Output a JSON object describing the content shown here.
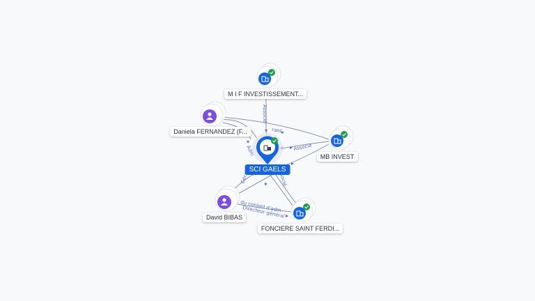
{
  "diagram": {
    "center": {
      "label": "SCI GAELS",
      "icon": "building-icon",
      "verified": true
    },
    "nodes": [
      {
        "id": "mif",
        "label": "M I F INVESTISSEMENT...",
        "kind": "company",
        "icon": "building-icon",
        "verified": true
      },
      {
        "id": "daniela",
        "label": "Daniela FERNANDEZ (F...",
        "kind": "person",
        "icon": "person-icon",
        "verified": false
      },
      {
        "id": "mb",
        "label": "MB INVEST",
        "kind": "company",
        "icon": "building-icon",
        "verified": true
      },
      {
        "id": "david",
        "label": "David BIBAS",
        "kind": "person",
        "icon": "person-icon",
        "verified": false
      },
      {
        "id": "fonciere",
        "label": "FONCIERE SAINT FERDI...",
        "kind": "company",
        "icon": "building-icon",
        "verified": true
      }
    ],
    "edge_labels": [
      "Associé",
      "rant",
      "Associé",
      "Adm",
      "Gérant",
      "Associé",
      "du conseil d'adm",
      "Directeur général"
    ],
    "colors": {
      "company": "#1565e0",
      "person": "#7a4fe0",
      "verified": "#1e9e4a",
      "edge": "#8a93a6",
      "edge_label": "#5a6fd6"
    }
  }
}
